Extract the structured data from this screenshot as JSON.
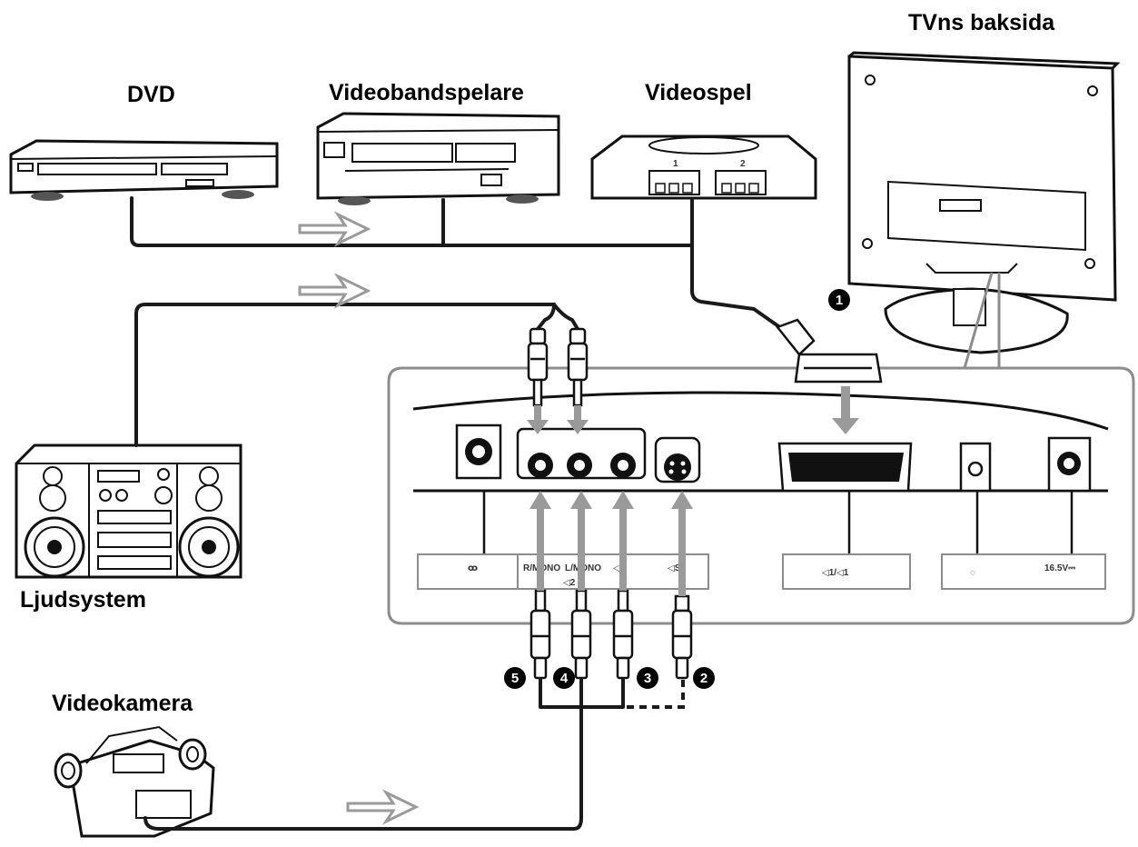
{
  "devices": {
    "dvd": "DVD",
    "vcr": "Videobandspelare",
    "game": "Videospel",
    "tv_back": "TVns baksida",
    "audio": "Ljudsystem",
    "camcorder": "Videokamera"
  },
  "game_ports": [
    "1",
    "2"
  ],
  "panel_labels": {
    "antenna": "ꝏ",
    "av2_audio_r": "R/MONO",
    "av2_audio_l": "L/MONO",
    "av2_video": "◁2",
    "av2_s": "◁S2",
    "av2_group": "◁2",
    "scart": "◁1/◁1",
    "headphone": "◌",
    "power": "16.5V⎓"
  },
  "callouts": [
    "1",
    "2",
    "3",
    "4",
    "5"
  ],
  "colors": {
    "line": "#1a1a1a",
    "panel_border": "#8c8c8c",
    "arrow_fill": "#9a9a9a"
  }
}
